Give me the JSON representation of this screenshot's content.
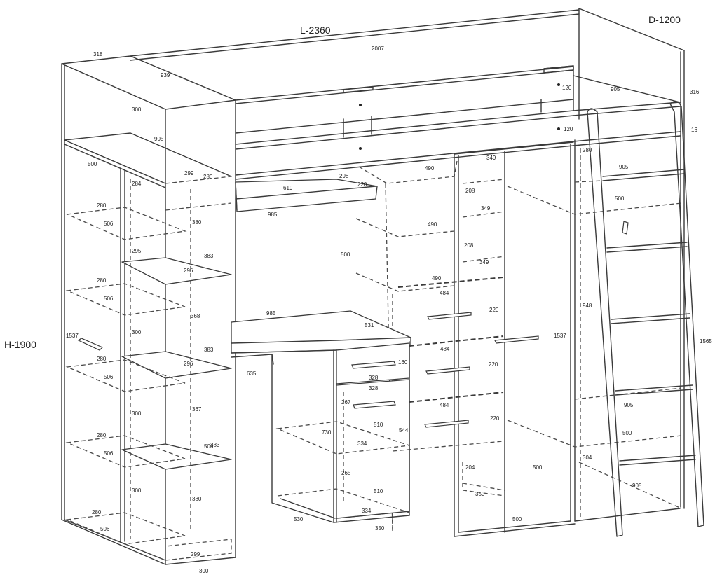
{
  "overall": {
    "length": "L-2360",
    "depth": "D-1200",
    "height": "H-1900"
  },
  "dims": [
    "318",
    "939",
    "2007",
    "300",
    "905",
    "500",
    "299",
    "284",
    "280",
    "506",
    "380",
    "295",
    "383",
    "296",
    "368",
    "300",
    "1537",
    "367",
    "300",
    "280",
    "506",
    "383",
    "296",
    "380",
    "300",
    "280",
    "506",
    "383",
    "299",
    "300",
    "120",
    "905",
    "316",
    "120",
    "16",
    "280",
    "905",
    "500",
    "349",
    "490",
    "298",
    "220",
    "619",
    "985",
    "208",
    "349",
    "490",
    "500",
    "208",
    "349",
    "490",
    "484",
    "220",
    "948",
    "1537",
    "1565",
    "985",
    "531",
    "484",
    "160",
    "328",
    "328",
    "635",
    "220",
    "267",
    "484",
    "510",
    "544",
    "730",
    "334",
    "220",
    "905",
    "500",
    "304",
    "204",
    "500",
    "265",
    "905",
    "510",
    "350",
    "334",
    "530",
    "350",
    "500",
    "280",
    "506",
    "280",
    "506",
    "280",
    "506"
  ]
}
